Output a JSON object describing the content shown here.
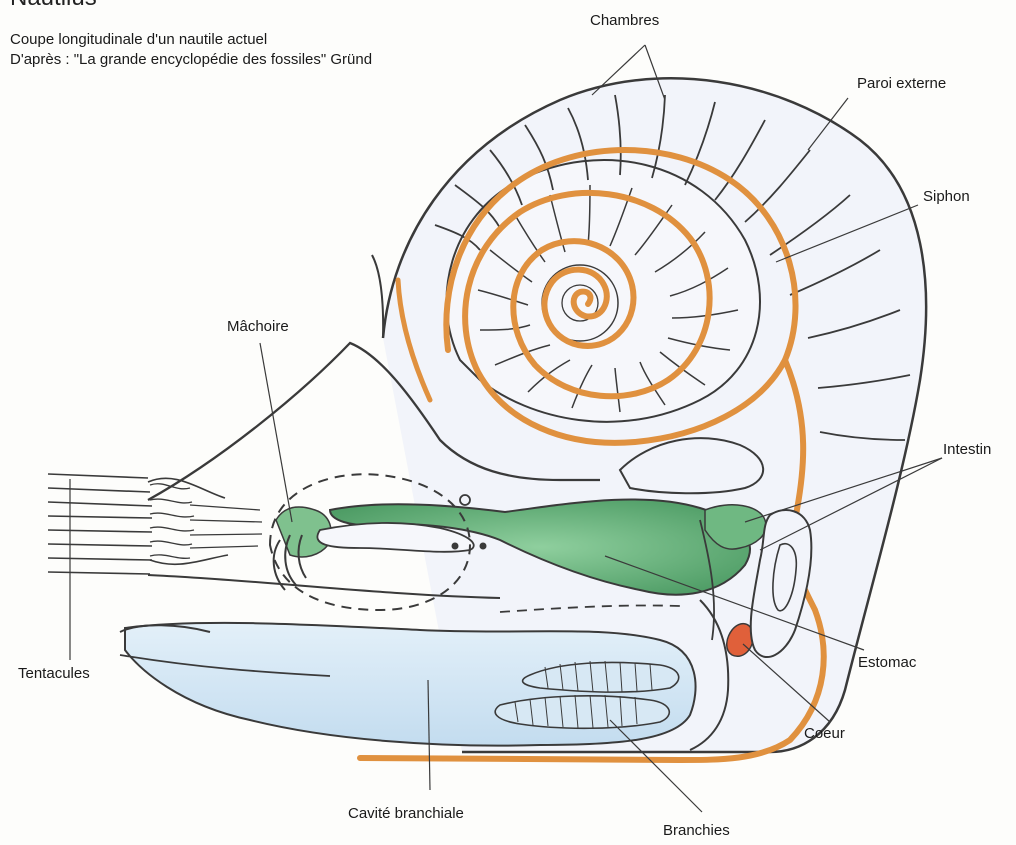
{
  "header": {
    "title": "Nautilus",
    "subtitle_line1": "Coupe longitudinale d'un nautile actuel",
    "subtitle_line2": "D'après : \"La grande encyclopédie des fossiles\"  Gründ"
  },
  "labels": {
    "chambres": "Chambres",
    "paroi_externe": "Paroi externe",
    "siphon": "Siphon",
    "machoire": "Mâchoire",
    "intestin": "Intestin",
    "estomac": "Estomac",
    "tentacules": "Tentacules",
    "coeur": "Coeur",
    "cavite_branchiale": "Cavité branchiale",
    "branchies": "Branchies"
  },
  "colors": {
    "outline": "#3a3a3a",
    "shell_fill": "#f2f4fa",
    "siphon": "#e0913f",
    "stomach_green": "#5aa870",
    "gill_cavity_blue": "#cfe4f3",
    "heart_red": "#e0603a"
  }
}
